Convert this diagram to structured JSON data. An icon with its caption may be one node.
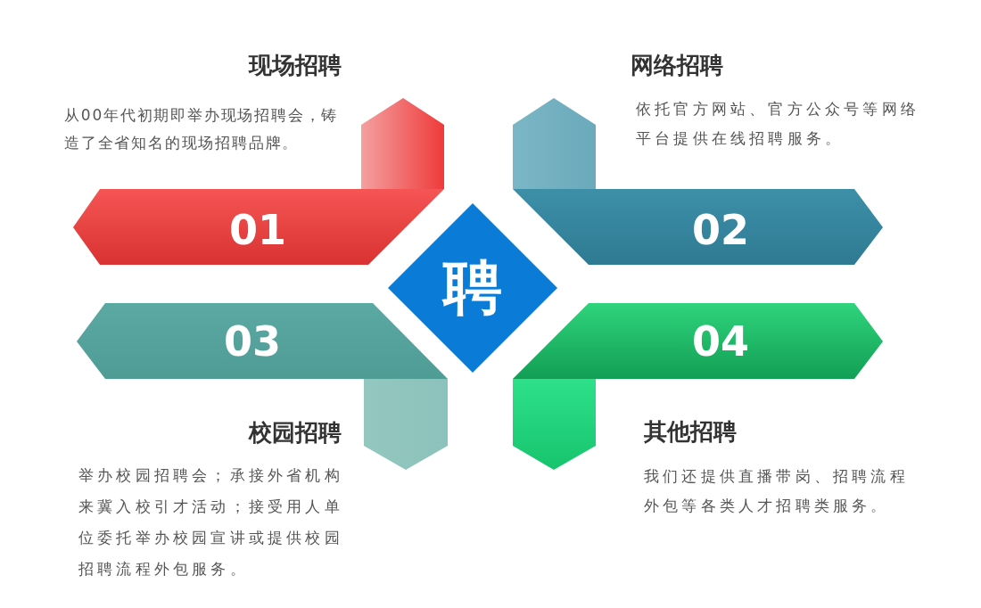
{
  "diagram": {
    "nodes": [
      {
        "text": [
          "聘"
        ]
      },
      {
        "text": [
          "现场招聘",
          "从00年代初期即举办现场招聘会，铸造了全省知名的现场招聘品牌。",
          "01"
        ]
      },
      {
        "text": [
          "网络招聘",
          "依托官方网站、官方公众号等网络平台提供在线招聘服务。",
          "02"
        ]
      },
      {
        "text": [
          "03",
          "校园招聘",
          "举办校园招聘会；承接外省机构来冀入校引才活动；接受用人单位委托举办校园宣讲或提供校园招聘流程外包服务。"
        ]
      },
      {
        "text": [
          "04",
          "其他招聘",
          "我们还提供直播带岗、招聘流程外包等各类人才招聘类服务。"
        ]
      }
    ]
  }
}
